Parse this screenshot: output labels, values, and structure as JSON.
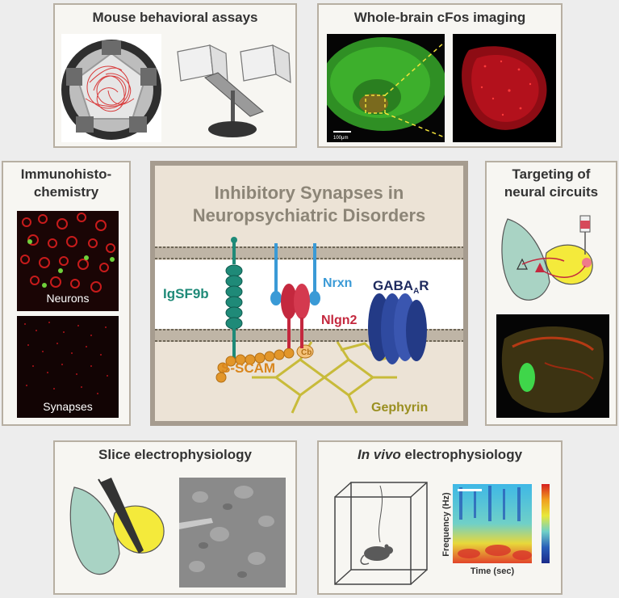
{
  "panels": {
    "behavior": {
      "title": "Mouse behavioral assays"
    },
    "cfos": {
      "title": "Whole-brain cFos imaging",
      "scale_bar": "100μm"
    },
    "ihc": {
      "title_line1": "Immunohisto-",
      "title_line2": "chemistry",
      "neurons_label": "Neurons",
      "synapses_label": "Synapses"
    },
    "targeting": {
      "title_line1": "Targeting of",
      "title_line2": "neural circuits"
    },
    "slice": {
      "title": "Slice electrophysiology"
    },
    "invivo": {
      "title_italic": "In vivo",
      "title_rest": " electrophysiology",
      "ylabel": "Frequency (Hz)",
      "xlabel": "Time (sec)"
    }
  },
  "center": {
    "title_line1": "Inhibitory Synapses in",
    "title_line2": "Neuropsychiatric Disorders",
    "labels": {
      "igsf9b": "IgSF9b",
      "nrxn": "Nrxn",
      "nlgn2": "Nlgn2",
      "gaba_main": "GABA",
      "gaba_sub": "A",
      "gaba_end": "R",
      "sscam": "S-SCAM",
      "cb": "Cb",
      "gephyrin": "Gephyrin"
    }
  },
  "colors": {
    "panel_border": "#b7afa2",
    "center_border": "#a69c8f",
    "title_text": "#8c8577",
    "igsf9b": "#1f8a78",
    "nrxn": "#3a9ad6",
    "nlgn2": "#c4283e",
    "gaba": "#2f3f94",
    "sscam": "#e2962a",
    "gephyrin": "#b4a92a"
  }
}
